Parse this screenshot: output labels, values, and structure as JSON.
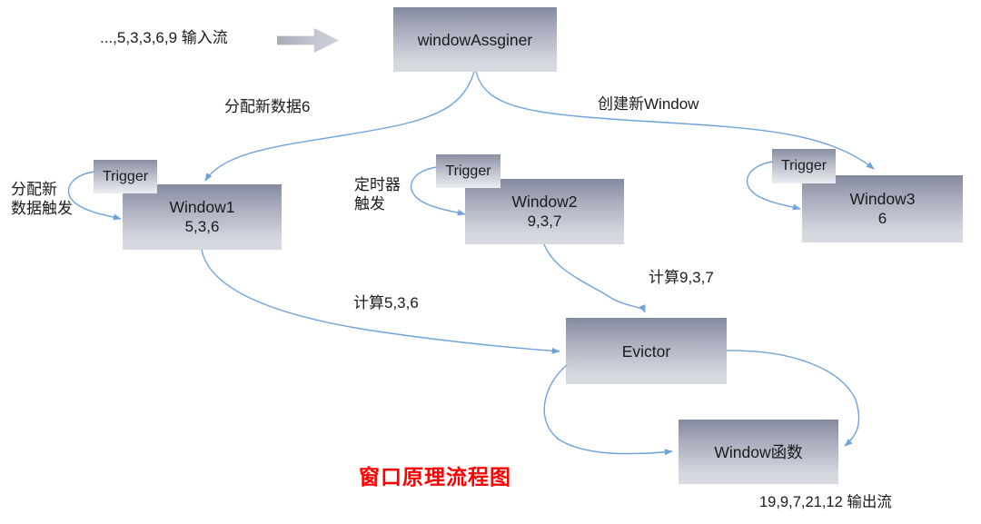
{
  "title": "窗口原理流程图",
  "colors": {
    "connector": "#6fa3da",
    "title": "#ff0000",
    "node_text": "#1b1b1b"
  },
  "streams": {
    "input": "...,5,3,3,6,9 输入流",
    "output": "19,9,7,21,12 输出流"
  },
  "nodes": {
    "window_assigner": {
      "label": "windowAssginer"
    },
    "trigger1": {
      "label": "Trigger"
    },
    "trigger2": {
      "label": "Trigger"
    },
    "trigger3": {
      "label": "Trigger"
    },
    "window1": {
      "name": "Window1",
      "values": "5,3,6"
    },
    "window2": {
      "name": "Window2",
      "values": "9,3,7"
    },
    "window3": {
      "name": "Window3",
      "values": "6"
    },
    "evictor": {
      "label": "Evictor"
    },
    "window_function": {
      "label": "Window函数"
    }
  },
  "edge_labels": {
    "assign_new_data": "分配新数据6",
    "create_new_window": "创建新Window",
    "assign_trigger": "分配新\n数据触发",
    "timer_trigger": "定时器\n触发",
    "compute_window1": "计算5,3,6",
    "compute_window2": "计算9,3,7"
  }
}
